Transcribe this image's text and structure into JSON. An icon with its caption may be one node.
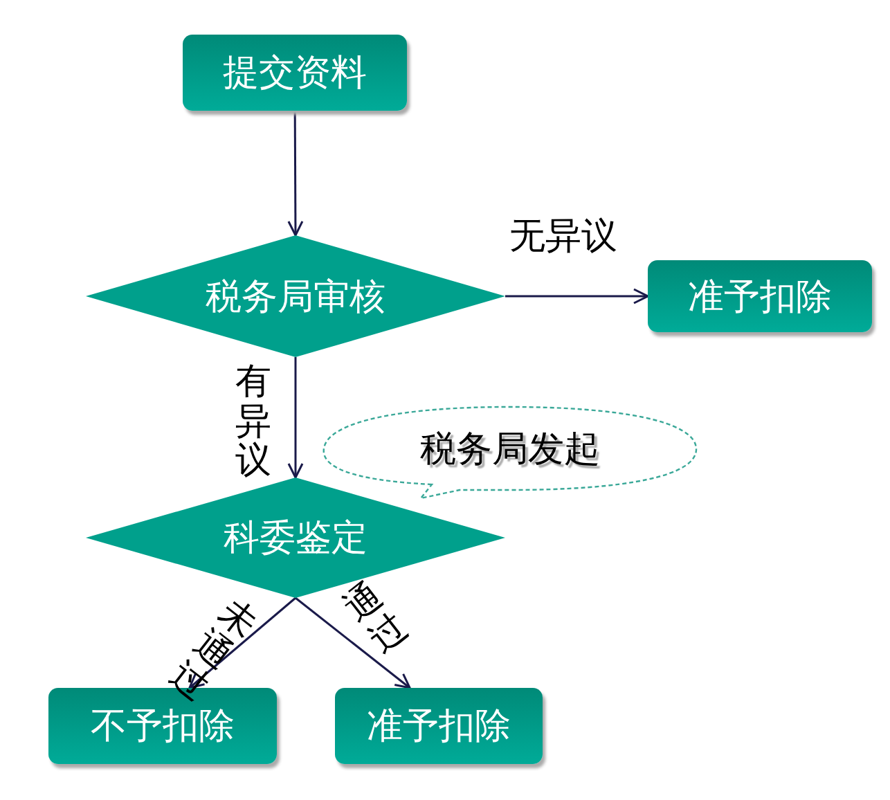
{
  "diagram": {
    "nodes": [
      {
        "text": [
          "提交资料"
        ]
      },
      {
        "text": [
          "税务局审核"
        ]
      },
      {
        "text": [
          "准予扣除"
        ]
      },
      {
        "text": [
          "税务局发起"
        ]
      },
      {
        "text": [
          "科委鉴定"
        ]
      },
      {
        "text": [
          "不予扣除"
        ]
      },
      {
        "text": [
          "准予扣除"
        ]
      }
    ],
    "edges": [
      {
        "from": 0,
        "to": 1,
        "arrow": "to"
      },
      {
        "from": 1,
        "to": 2,
        "arrow": "to",
        "label": "无异议"
      },
      {
        "from": 1,
        "to": 4,
        "arrow": "to",
        "label": "有异议"
      },
      {
        "from": 4,
        "to": 5,
        "arrow": "to",
        "label": "未通过"
      },
      {
        "from": 4,
        "to": 6,
        "arrow": "to",
        "label": "通过"
      }
    ]
  }
}
